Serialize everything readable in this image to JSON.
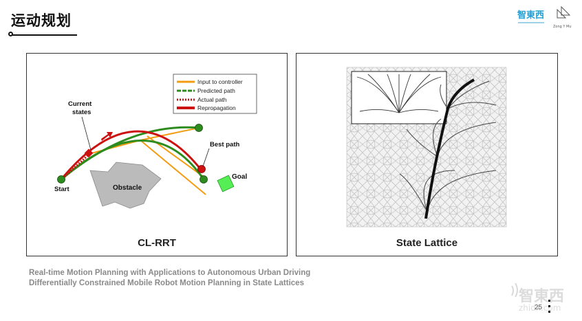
{
  "slide": {
    "title": "运动规划",
    "page_number": "25"
  },
  "logos": {
    "top_left_text": "智東西",
    "top_right_text": "Zong Y Mu",
    "bottom_text": "智東西",
    "bottom_sub": "zhidx.com"
  },
  "left_panel": {
    "caption": "CL-RRT",
    "legend": [
      {
        "label": "Input to controller",
        "color": "#f39c12",
        "style": "solid"
      },
      {
        "label": "Predicted path",
        "color": "#2e8b1e",
        "style": "dashed"
      },
      {
        "label": "Actual path",
        "color": "#cc1111",
        "style": "dotted"
      },
      {
        "label": "Repropagation",
        "color": "#cc1111",
        "style": "solid"
      }
    ],
    "labels": {
      "current_states_1": "Current",
      "current_states_2": "states",
      "best_path": "Best path",
      "goal": "Goal",
      "start": "Start",
      "obstacle": "Obstacle"
    }
  },
  "right_panel": {
    "caption": "State Lattice"
  },
  "references": [
    "Real-time Motion Planning with Applications to Autonomous Urban Driving",
    "Differentially Constrained Mobile Robot Motion Planning in State Lattices"
  ],
  "colors": {
    "orange": "#f39c12",
    "green": "#2e8b1e",
    "red": "#cc1111",
    "goal": "#55ee55",
    "obstacle": "#bbbbbb"
  }
}
